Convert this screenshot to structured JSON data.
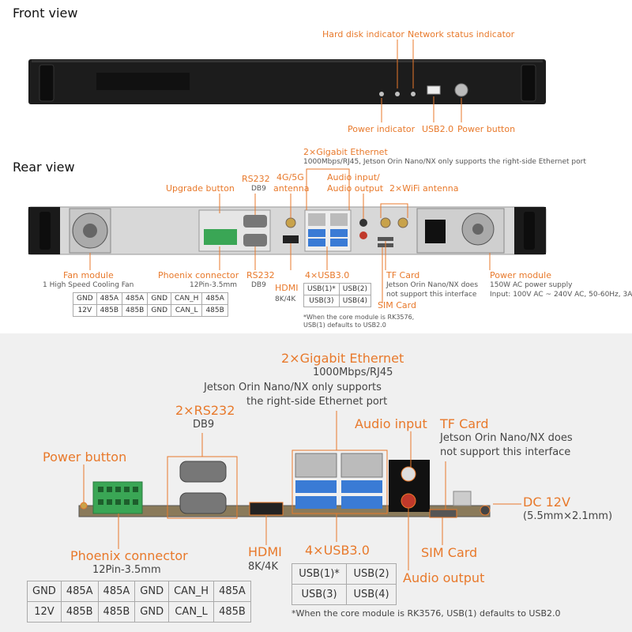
{
  "front": {
    "title": "Front view",
    "hdd_indicator": "Hard disk indicator",
    "net_indicator": "Network status indicator",
    "power_indicator": "Power indicator",
    "usb": "USB2.0",
    "power_button": "Power button"
  },
  "rear": {
    "title": "Rear view",
    "gbe_title": "2×Gigabit Ethernet",
    "gbe_sub": "1000Mbps/RJ45, Jetson Orin Nano/NX only supports the right-side Ethernet port",
    "upgrade": "Upgrade button",
    "rs232_top": "RS232",
    "rs232_top_sub": "DB9",
    "antenna_4g_1": "4G/5G",
    "antenna_4g_2": "antenna",
    "audio_1": "Audio input/",
    "audio_2": "Audio output",
    "wifi": "2×WiFi antenna",
    "fan": "Fan module",
    "fan_sub": "1 High Speed Cooling Fan",
    "phoenix": "Phoenix connector",
    "phoenix_sub": "12Pin-3.5mm",
    "rs232_bot": "RS232",
    "rs232_bot_sub": "DB9",
    "hdmi": "HDMI",
    "hdmi_sub": "8K/4K",
    "usb3": "4×USB3.0",
    "tf": "TF Card",
    "tf_sub1": "Jetson Orin Nano/NX does",
    "tf_sub2": "not support this interface",
    "sim": "SIM Card",
    "power_module": "Power module",
    "power_sub1": "150W AC power supply",
    "power_sub2": "Input: 100V AC ~ 240V AC, 50-60Hz, 3A",
    "note1": "*When the core module is RK3576,",
    "note2": "USB(1) defaults to USB2.0"
  },
  "pin_table": [
    [
      "GND",
      "485A",
      "485A",
      "GND",
      "CAN_H",
      "485A"
    ],
    [
      "12V",
      "485B",
      "485B",
      "GND",
      "CAN_L",
      "485B"
    ]
  ],
  "usb_table": [
    [
      "USB(1)*",
      "USB(2)"
    ],
    [
      "USB(3)",
      "USB(4)"
    ]
  ],
  "detail": {
    "gbe_title": "2×Gigabit Ethernet",
    "gbe_sub1": "1000Mbps/RJ45",
    "gbe_sub2": "Jetson Orin Nano/NX only supports",
    "gbe_sub3": "the right-side Ethernet port",
    "rs232": "2×RS232",
    "rs232_sub": "DB9",
    "audio_in": "Audio input",
    "tf": "TF Card",
    "tf_sub1": "Jetson Orin Nano/NX does",
    "tf_sub2": "not support this interface",
    "power_button": "Power button",
    "dc": "DC 12V",
    "dc_sub": "(5.5mm×2.1mm)",
    "phoenix": "Phoenix connector",
    "phoenix_sub": "12Pin-3.5mm",
    "hdmi": "HDMI",
    "hdmi_sub": "8K/4K",
    "usb3": "4×USB3.0",
    "sim": "SIM Card",
    "audio_out": "Audio output",
    "note": "*When the core module is RK3576, USB(1) defaults to USB2.0"
  },
  "colors": {
    "accent": "#e8792b",
    "chassis": "#1a1a1a",
    "panel_bg": "#f0f0f0",
    "terminal": "#3aa655"
  }
}
